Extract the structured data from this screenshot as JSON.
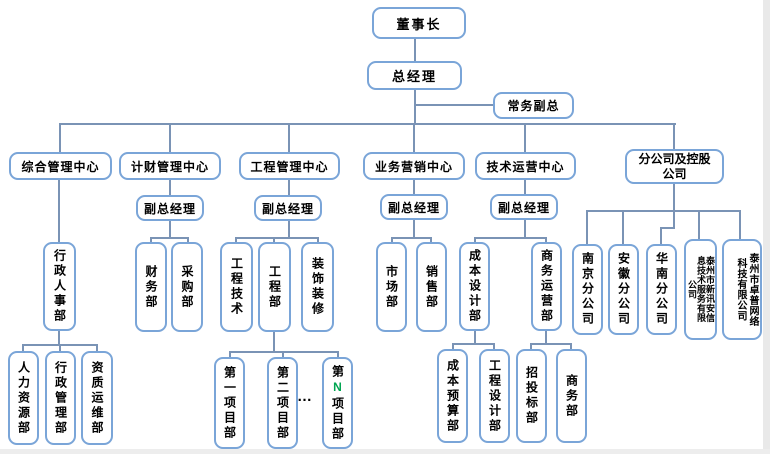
{
  "chart_title": "",
  "colors": {
    "box_border": "#7aa5d8",
    "connector": "#7a93b5",
    "text": "#000000",
    "project_n_highlight": "#00a551",
    "page_edge": "#e9e9e9"
  },
  "nodes": {
    "chairman": "董事长",
    "general_manager": "总经理",
    "executive_deputy_gm": "常务副总",
    "center_general_admin": "综合管理中心",
    "center_finance": "计财管理中心",
    "center_engineering": "工程管理中心",
    "center_marketing": "业务营销中心",
    "center_tech_ops": "技术运营中心",
    "center_branches": "分公司及控股公司",
    "deputy_gm_finance": "副总经理",
    "deputy_gm_engineering": "副总经理",
    "deputy_gm_marketing": "副总经理",
    "deputy_gm_tech_ops": "副总经理",
    "admin_hr_dept": "行政人事部",
    "human_resources_dept": "人力资源部",
    "admin_mgmt_dept": "行政管理部",
    "qualification_ops_dept": "资质运维部",
    "finance_dept": "财务部",
    "purchasing_dept": "采购部",
    "eng_tech_dept": "工程技术",
    "engineering_dept": "工程部",
    "decoration_dept": "装饰装修",
    "project_dept_1": "第一项目部",
    "project_dept_2": "第二项目部",
    "project_ellipsis": "…",
    "project_dept_n": {
      "prefix": "第",
      "n": "N",
      "suffix": "项目部"
    },
    "market_dept": "市场部",
    "sales_dept": "销售部",
    "cost_design_dept": "成本设计部",
    "biz_operations_dept": "商务运营部",
    "cost_budget_dept": "成本预算部",
    "eng_design_dept": "工程设计部",
    "bidding_dept": "招投标部",
    "commerce_dept": "商务部",
    "nanjing_branch": "南京分公司",
    "anhui_branch": "安徽分公司",
    "huanan_branch": "华南分公司",
    "xinxunan_company": "泰州市新讯安信息技术服务有限公司",
    "zhuopu_company": "泰州市卓普网络科技有限公司"
  },
  "structure": {
    "chairman": [
      "general_manager"
    ],
    "general_manager": [
      "executive_deputy_gm",
      "center_general_admin",
      "center_finance",
      "center_engineering",
      "center_marketing",
      "center_tech_ops",
      "center_branches"
    ],
    "center_general_admin": [
      "admin_hr_dept"
    ],
    "admin_hr_dept": [
      "human_resources_dept",
      "admin_mgmt_dept",
      "qualification_ops_dept"
    ],
    "center_finance": [
      "deputy_gm_finance"
    ],
    "deputy_gm_finance": [
      "finance_dept",
      "purchasing_dept"
    ],
    "center_engineering": [
      "deputy_gm_engineering"
    ],
    "deputy_gm_engineering": [
      "eng_tech_dept",
      "engineering_dept",
      "decoration_dept"
    ],
    "engineering_dept": [
      "project_dept_1",
      "project_dept_2",
      "project_dept_n"
    ],
    "center_marketing": [
      "deputy_gm_marketing"
    ],
    "deputy_gm_marketing": [
      "market_dept",
      "sales_dept"
    ],
    "center_tech_ops": [
      "deputy_gm_tech_ops"
    ],
    "deputy_gm_tech_ops": [
      "cost_design_dept",
      "biz_operations_dept"
    ],
    "cost_design_dept": [
      "cost_budget_dept",
      "eng_design_dept"
    ],
    "biz_operations_dept": [
      "bidding_dept",
      "commerce_dept"
    ],
    "center_branches": [
      "nanjing_branch",
      "anhui_branch",
      "huanan_branch",
      "xinxunan_company",
      "zhuopu_company"
    ]
  }
}
